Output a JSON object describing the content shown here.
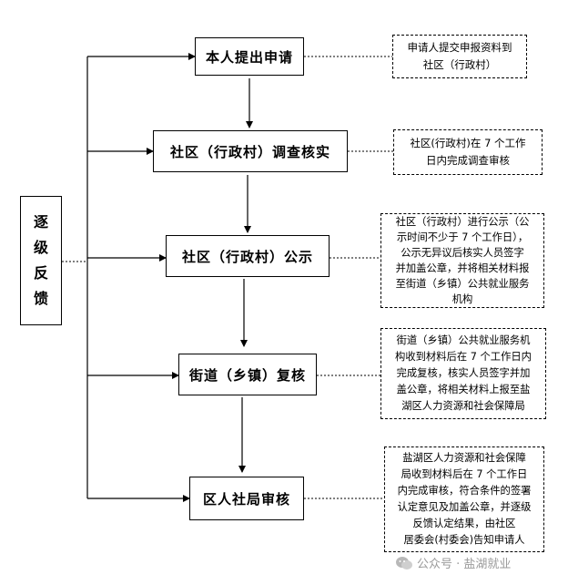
{
  "steps": [
    "本人提出申请",
    "社区（行政村）调查核实",
    "社区（行政村）公示",
    "街道（乡镇）复核",
    "区人社局审核"
  ],
  "notes": [
    [
      "申请人提交申报资料到",
      "社区（行政村）"
    ],
    [
      "社区(行政村)在 7 个工作",
      "日内完成调查审核"
    ],
    [
      "社区（行政村）进行公示（公",
      "示时间不少于 7 个工作日），",
      "公示无异议后核实人员签字",
      "并加盖公章，并将相关材料报",
      "至街道（乡镇）公共就业服务",
      "机构"
    ],
    [
      "街道（乡镇）公共就业服务机",
      "构收到材料后在 7 个工作日内",
      "完成复核，核实人员签字并加",
      "盖公章，将相关材料上报至盐",
      "湖区人力资源和社会保障局"
    ],
    [
      "盐湖区人力资源和社会保障",
      "局收到材料后在 7 个工作日",
      "内完成审核，符合条件的签署",
      "认定意见及加盖公章，并逐级",
      "反馈认定结果，由社区",
      "居委会(村委会)告知申请人"
    ]
  ],
  "feedback": [
    "逐",
    "级",
    "反",
    "馈"
  ],
  "watermark": "公众号 · 盐湖就业"
}
